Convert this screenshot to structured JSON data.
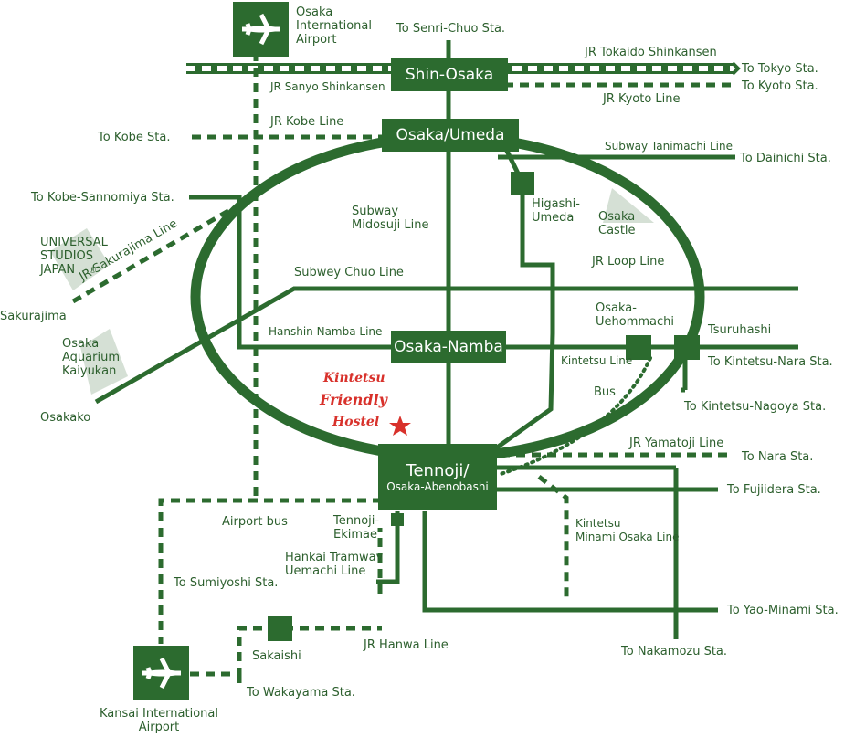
{
  "colors": {
    "line": "#2c6b2f",
    "landmark": "#d5e0d5",
    "text": "#2c5f2d",
    "hostel": "#d8312b"
  },
  "icons": {
    "osaka_airport": "airplane-icon",
    "kansai_airport": "airplane-icon",
    "hostel": "star-icon"
  },
  "stations": {
    "shin_osaka": "Shin-Osaka",
    "osaka_umeda": "Osaka/Umeda",
    "osaka_namba": "Osaka-Namba",
    "tennoji_1": "Tennoji/",
    "tennoji_2": "Osaka-Abenobashi"
  },
  "small_stations": {
    "higashi_umeda": "Higashi-\nUmeda",
    "osaka_uehommachi": "Osaka-\nUehommachi",
    "tsuruhashi": "Tsuruhashi",
    "tennoji_ekimae": "Tennoji-\nEkimae",
    "sakaishi": "Sakaishi"
  },
  "airports": {
    "osaka_international": "Osaka\nInternational\nAirport",
    "kansai_international": "Kansai International\nAirport"
  },
  "lines": {
    "jr_tokaido_shinkansen": "JR Tokaido Shinkansen",
    "jr_sanyo_shinkansen": "JR Sanyo Shinkansen",
    "jr_kyoto": "JR Kyoto Line",
    "jr_kobe": "JR Kobe Line",
    "subway_tanimachi": "Subway Tanimachi Line",
    "subway_midosuji": "Subway\nMidosuji Line",
    "jr_loop": "JR Loop Line",
    "subway_chuo": "Subwey Chuo Line",
    "jr_sakurajima": "JR Sakurajima Line",
    "hanshin_namba": "Hanshin Namba Line",
    "kintetsu": "Kintetsu Line",
    "bus": "Bus",
    "jr_yamatoji": "JR Yamatoji Line",
    "kintetsu_minami_osaka": "Kintetsu\nMinami Osaka Line",
    "airport_bus": "Airport bus",
    "hankai_tramway": "Hankai Tramway\nUemachi Line",
    "jr_hanwa": "JR Hanwa Line"
  },
  "destinations": {
    "senri_chuo": "To Senri-Chuo Sta.",
    "tokyo": "To Tokyo Sta.",
    "kyoto": "To Kyoto Sta.",
    "kobe": "To Kobe Sta.",
    "dainichi": "To Dainichi Sta.",
    "kobe_sannomiya": "To Kobe-Sannomiya Sta.",
    "kintetsu_nara": "To Kintetsu-Nara Sta.",
    "kintetsu_nagoya": "To Kintetsu-Nagoya Sta.",
    "nara": "To Nara Sta.",
    "fujiidera": "To Fujiidera Sta.",
    "sumiyoshi": "To Sumiyoshi Sta.",
    "yao_minami": "To Yao-Minami Sta.",
    "nakamozu": "To Nakamozu Sta.",
    "wakayama": "To Wakayama Sta."
  },
  "places": {
    "sakurajima": "Sakurajima",
    "osakako": "Osakako"
  },
  "landmarks": {
    "usj": "UNIVERSAL\nSTUDIOS\nJAPAN",
    "usj_mark": "®",
    "aquarium": "Osaka\nAquarium\nKaiyukan",
    "castle": "Osaka\nCastle"
  },
  "hostel": {
    "line1": "Kintetsu",
    "line2": "Friendly",
    "line3": "Hostel"
  }
}
